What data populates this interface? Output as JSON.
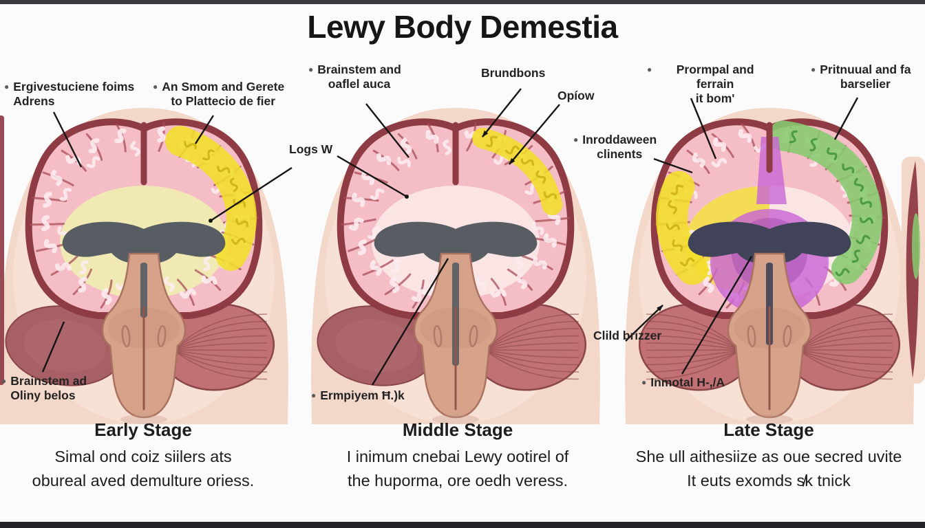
{
  "title": "Lewy Body Demestia",
  "labels": [
    {
      "bullet": "●",
      "lines": [
        "Ergivestuciene foims",
        "Adrens"
      ]
    },
    {
      "bullet": "●",
      "lines": [
        "An Smom and Gerete",
        "to Plattecio de fier"
      ]
    },
    {
      "bullet": "●",
      "lines": [
        "Brainstem and",
        "oaflel auca"
      ]
    },
    {
      "bullet": "",
      "lines": [
        "Brundbons",
        ""
      ]
    },
    {
      "bullet": "",
      "lines": [
        "Opíow",
        ""
      ]
    },
    {
      "bullet": "●",
      "lines": [
        "Inroddaween",
        "clinents"
      ]
    },
    {
      "bullet": "",
      "lines": [
        "Logs W",
        ""
      ]
    },
    {
      "bullet": "●",
      "lines": [
        "Prormpal and ferrain",
        "it bom'"
      ]
    },
    {
      "bullet": "●",
      "lines": [
        "Pritnuual and fa",
        "barselier"
      ]
    },
    {
      "bullet": "●",
      "lines": [
        "Brainstem ad",
        "Oliny belos"
      ]
    },
    {
      "bullet": "●",
      "lines": [
        "Ermpiyem Ħ.)k",
        ""
      ]
    },
    {
      "bullet": "",
      "lines": [
        "Clild brizzer",
        ""
      ]
    },
    {
      "bullet": "●",
      "lines": [
        "Inmotal H-,/A",
        ""
      ]
    }
  ],
  "stages": [
    {
      "name": "Early Stage",
      "line1": "Simal ond coiz siilers ats",
      "line2": "obureal aved demulture oriess."
    },
    {
      "name": "Middle Stage",
      "line1": "I inimum cnebai Lewy ootirel of",
      "line2": "the huporma, ore oedh veress."
    },
    {
      "name": "Late Stage",
      "line1": "She ull aithesiize as oue secred uvite",
      "line2": "It euts exomds s̸k tnick"
    }
  ],
  "palette": {
    "skin": "#f3d7c8",
    "skin_light": "#fbeadf",
    "ring": "#8e3b44",
    "cortex": "#f5bdc5",
    "cortex_light": "#fcebee",
    "sulcus": "#a84e58",
    "ventricle": "#585d63",
    "stem": "#d6a289",
    "stem_edge": "#aa7260",
    "stem_line": "#93564a",
    "cereb": "#c17173",
    "cereb_line": "#8a4648",
    "blob": "#a76065",
    "yellow": "#f2de2a",
    "yellow_dark": "#cdb414",
    "green": "#86cb70",
    "green_dark": "#43973f",
    "magenta": "#c966d6",
    "magenta_dark": "#a14caf",
    "interior_yellow": "#f1e9b4",
    "interior_pink": "#fae4e4",
    "ventricle_dark": "#414458"
  },
  "brains": [
    {
      "int_l": "#f1e9b4",
      "int_r": "#f1e9b4",
      "vcol": "#585d63",
      "stripe": 80,
      "left_striated": false,
      "magenta": false,
      "bands": [
        {
          "c": "yellow",
          "a": -68,
          "b": 28,
          "w": 44
        }
      ]
    },
    {
      "int_l": "#fae4e4",
      "int_r": "#fae4e4",
      "vcol": "#585d63",
      "stripe": 150,
      "left_striated": false,
      "magenta": false,
      "bands": [
        {
          "c": "yellow",
          "a": -74,
          "b": -6,
          "w": 30
        }
      ]
    },
    {
      "int_l": "#f4dc55",
      "int_r": "#fae4e4",
      "vcol": "#414458",
      "stripe": 120,
      "left_striated": true,
      "magenta": true,
      "bands": [
        {
          "c": "yellow",
          "a": 142,
          "b": 202,
          "w": 46
        },
        {
          "c": "green",
          "a": -82,
          "b": 42,
          "w": 44
        }
      ]
    }
  ]
}
